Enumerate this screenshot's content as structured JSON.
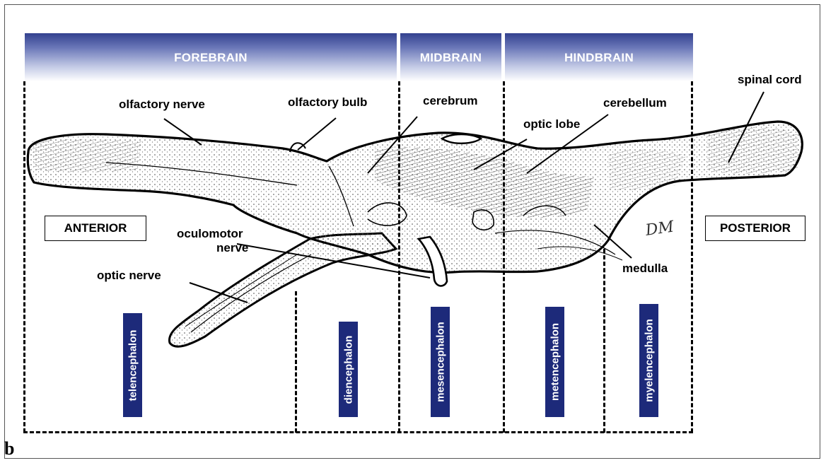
{
  "divisions": {
    "forebrain": "FOREBRAIN",
    "midbrain": "MIDBRAIN",
    "hindbrain": "HINDBRAIN"
  },
  "orientation": {
    "anterior": "ANTERIOR",
    "posterior": "POSTERIOR"
  },
  "structures": {
    "olfactory_nerve": "olfactory nerve",
    "olfactory_bulb": "olfactory bulb",
    "cerebrum": "cerebrum",
    "optic_lobe": "optic lobe",
    "cerebellum": "cerebellum",
    "spinal_cord": "spinal cord",
    "oculomotor_nerve_line1": "oculomotor",
    "oculomotor_nerve_line2": "nerve",
    "optic_nerve": "optic nerve",
    "medulla": "medulla"
  },
  "regions": {
    "telencephalon": "telencephalon",
    "diencephalon": "diencephalon",
    "mesencephalon": "mesencephalon",
    "metencephalon": "metencephalon",
    "myelencephalon": "myelencephalon"
  },
  "figure_letter": "b",
  "artist_signature": "DM",
  "colors": {
    "band_dark": "#33418f",
    "region_fill": "#1d2a7a",
    "ink": "#000000"
  }
}
